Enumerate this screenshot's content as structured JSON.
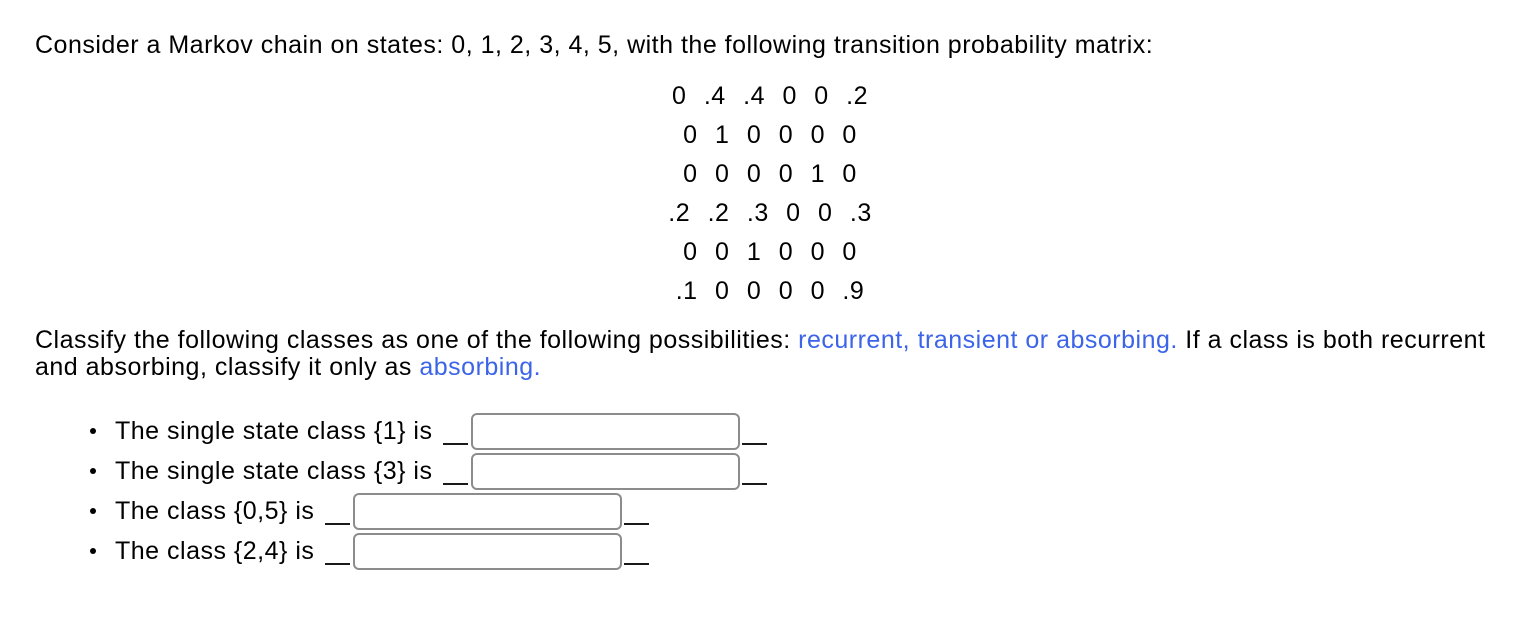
{
  "intro": "Consider a Markov chain on states: 0, 1, 2, 3, 4, 5, with the following transition probability matrix:",
  "matrix": {
    "states": [
      "0",
      "1",
      "2",
      "3",
      "4",
      "5"
    ],
    "rows": [
      [
        "0",
        ".4",
        ".4",
        "0",
        "0",
        ".2"
      ],
      [
        "0",
        "1",
        "0",
        "0",
        "0",
        "0"
      ],
      [
        "0",
        "0",
        "0",
        "0",
        "1",
        "0"
      ],
      [
        ".2",
        ".2",
        ".3",
        "0",
        "0",
        ".3"
      ],
      [
        "0",
        "0",
        "1",
        "0",
        "0",
        "0"
      ],
      [
        ".1",
        "0",
        "0",
        "0",
        "0",
        ".9"
      ]
    ]
  },
  "classify": {
    "segments": [
      {
        "text": "Classify the following classes as one of the following possibilities: ",
        "style": "black"
      },
      {
        "text": "recurrent, transient or absorbing.",
        "style": "blue"
      },
      {
        "text": " If a class is both recurrent and absorbing, classify it only as ",
        "style": "black"
      },
      {
        "text": "absorbing.",
        "style": "blue"
      }
    ]
  },
  "questions": [
    {
      "label": "The single state class {1} is ",
      "answer": ""
    },
    {
      "label": "The single state class {3} is ",
      "answer": ""
    },
    {
      "label": "The class {0,5} is ",
      "answer": ""
    },
    {
      "label": "The class {2,4} is ",
      "answer": ""
    }
  ],
  "colors": {
    "link_blue": "#3b64e8",
    "input_border_gray": "#8c8c8c",
    "text_black": "#000000"
  }
}
